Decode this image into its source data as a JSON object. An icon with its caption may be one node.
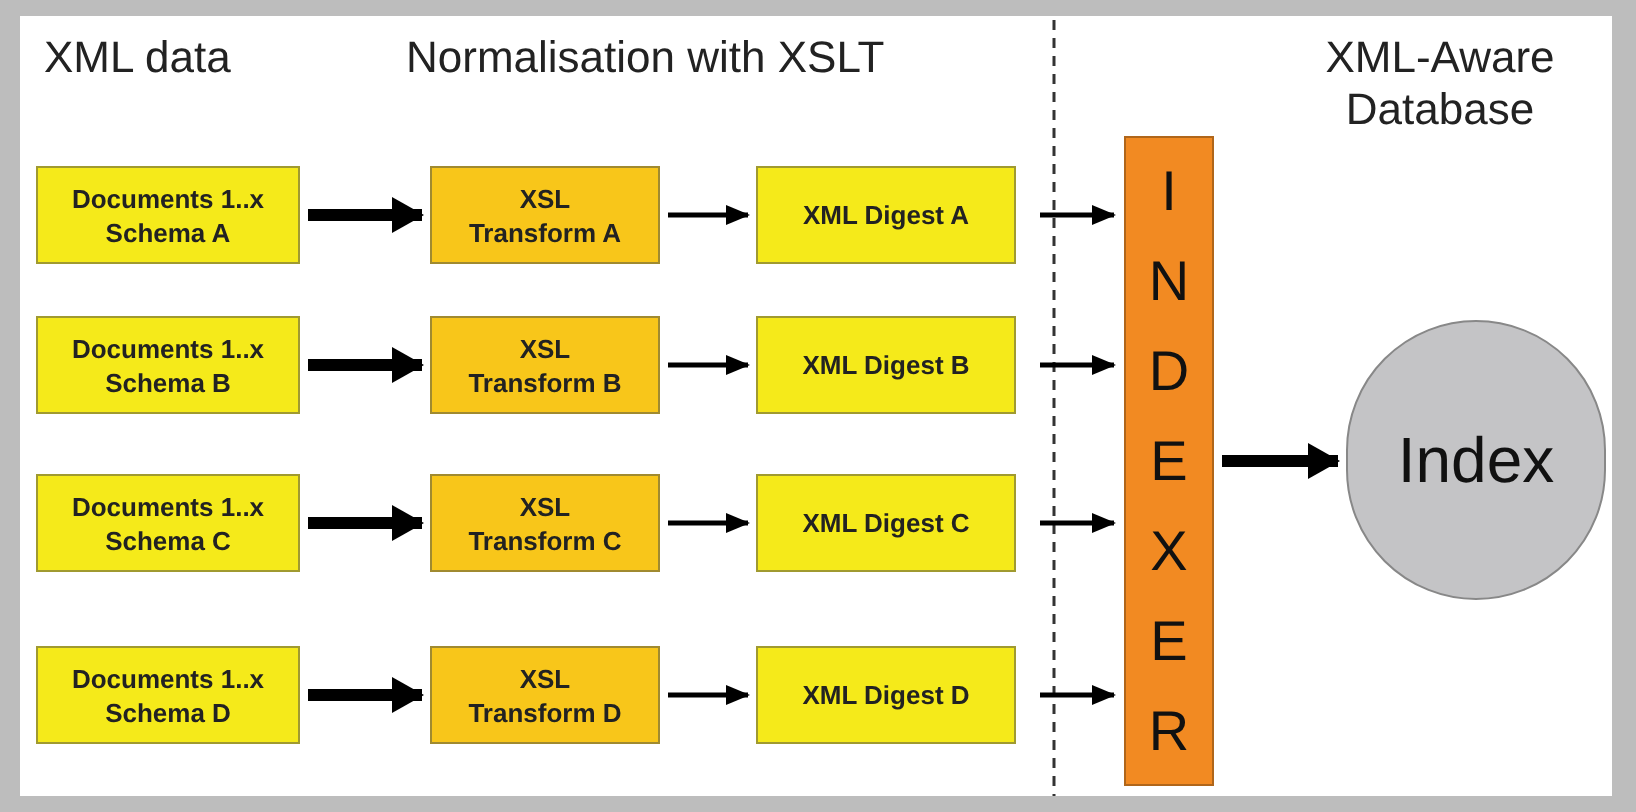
{
  "diagram": {
    "nodes": [
      {
        "text": [
          "Documents 1..x Schema A"
        ]
      },
      {
        "text": [
          "XSL Transform A"
        ]
      },
      {
        "text": [
          "XML Digest A"
        ]
      },
      {
        "text": [
          "Documents 1..x Schema B"
        ]
      },
      {
        "text": [
          "XSL Transform B"
        ]
      },
      {
        "text": [
          "XML Digest B"
        ]
      },
      {
        "text": [
          "Documents 1..x Schema C"
        ]
      },
      {
        "text": [
          "XSL Transform C"
        ]
      },
      {
        "text": [
          "XML Digest C"
        ]
      },
      {
        "text": [
          "Documents 1..x Schema D"
        ]
      },
      {
        "text": [
          "XSL Transform D"
        ]
      },
      {
        "text": [
          "XML Digest D"
        ]
      },
      {
        "text": [
          "INDEXER"
        ]
      },
      {
        "text": [
          "Index"
        ]
      }
    ],
    "edges": [
      {
        "from": 0,
        "to": 1,
        "arrow": "to",
        "style": "thick"
      },
      {
        "from": 1,
        "to": 2,
        "arrow": "to"
      },
      {
        "from": 2,
        "to": 12,
        "arrow": "to"
      },
      {
        "from": 3,
        "to": 4,
        "arrow": "to",
        "style": "thick"
      },
      {
        "from": 4,
        "to": 5,
        "arrow": "to"
      },
      {
        "from": 5,
        "to": 12,
        "arrow": "to"
      },
      {
        "from": 6,
        "to": 7,
        "arrow": "to",
        "style": "thick"
      },
      {
        "from": 7,
        "to": 8,
        "arrow": "to"
      },
      {
        "from": 8,
        "to": 12,
        "arrow": "to"
      },
      {
        "from": 9,
        "to": 10,
        "arrow": "to",
        "style": "thick"
      },
      {
        "from": 10,
        "to": 11,
        "arrow": "to"
      },
      {
        "from": 11,
        "to": 12,
        "arrow": "to"
      },
      {
        "from": 12,
        "to": 13,
        "arrow": "to",
        "style": "thick"
      }
    ],
    "labels": [
      "XML data",
      "Normalisation with XSLT",
      "XML-Aware Database"
    ]
  }
}
